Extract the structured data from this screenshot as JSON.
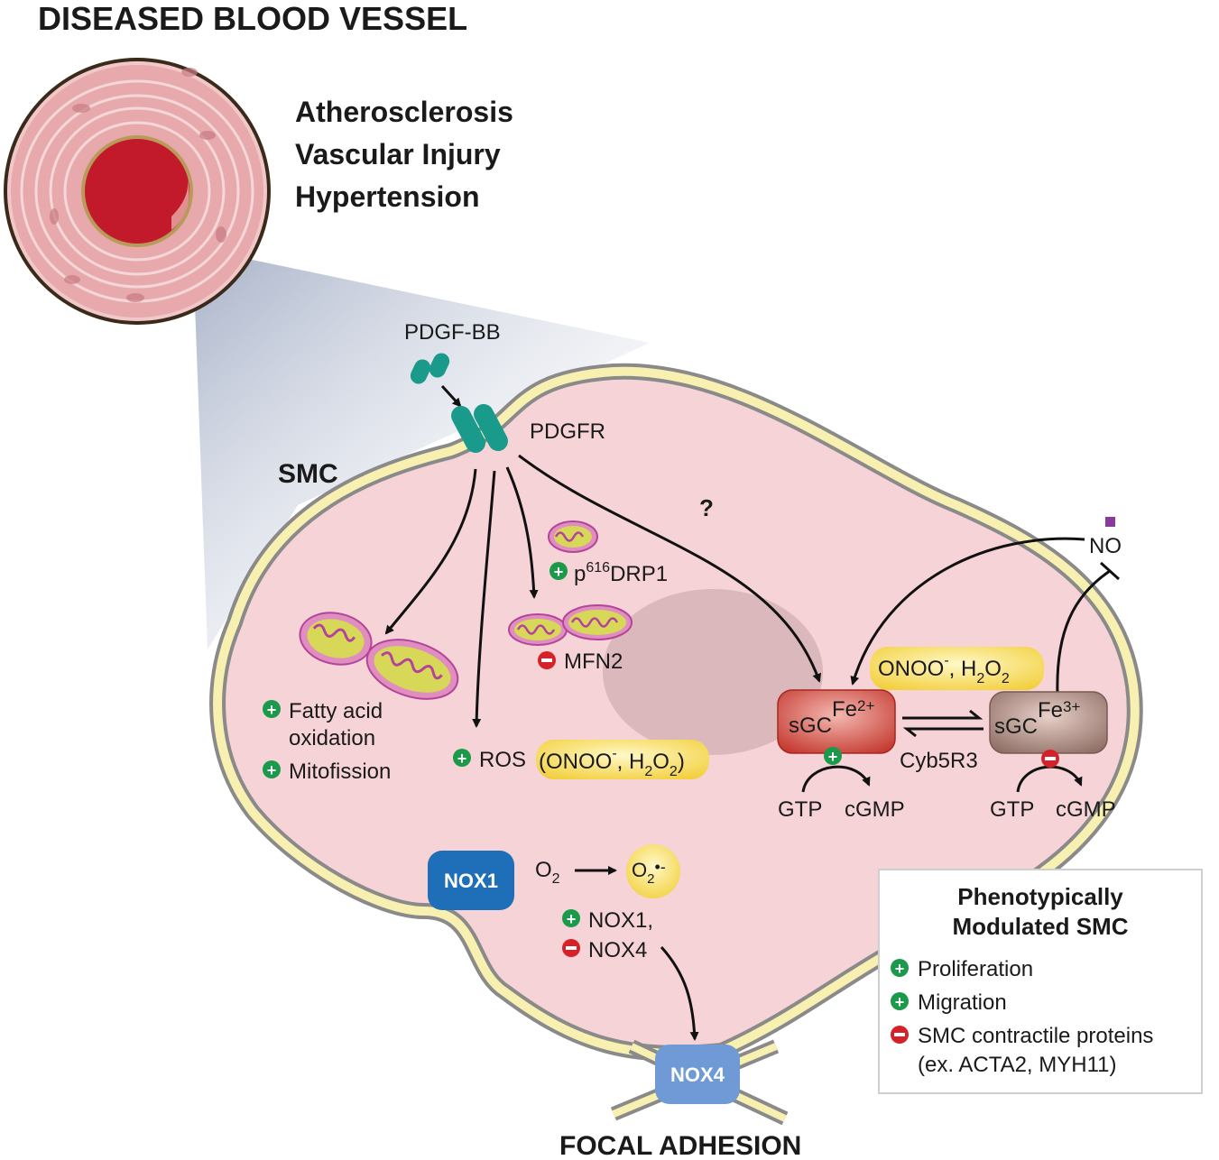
{
  "title": "DISEASED BLOOD VESSEL",
  "conditions": [
    "Atherosclerosis",
    "Vascular Injury",
    "Hypertension"
  ],
  "cell_label": "SMC",
  "ligand": "PDGF-BB",
  "receptor": "PDGFR",
  "question": "?",
  "drp1": {
    "sup": "616",
    "label": "DRP1",
    "prefix": "p"
  },
  "mfn2": "MFN2",
  "fatty_acid": [
    "Fatty acid",
    "oxidation"
  ],
  "mitofission": "Mitofission",
  "ros": {
    "label": "ROS",
    "open": "(ONOO",
    "minus": "-",
    "h2o2": ", H",
    "two": "2",
    "o": "O",
    "close": ")"
  },
  "no": "NO",
  "onoo_box": {
    "a": "ONOO",
    "minus": "-",
    "b": ", H",
    "two": "2",
    "o": "O"
  },
  "sgc_reduced": {
    "base": "sGC",
    "fe": "Fe",
    "sup": "2+"
  },
  "sgc_oxidized": {
    "base": "sGC",
    "fe": "Fe",
    "sup": "3+"
  },
  "cyb5r3": "Cyb5R3",
  "gtp_left": "GTP",
  "cgmp_left": "cGMP",
  "gtp_right": "GTP",
  "cgmp_right": "cGMP",
  "nox1": "NOX1",
  "nox4": "NOX4",
  "o2": {
    "o": "O",
    "sub": "2"
  },
  "superoxide": {
    "o": "O",
    "sub": "2",
    "rad": "•-"
  },
  "nox_effects": [
    "NOX1,",
    "NOX4"
  ],
  "focal": "FOCAL ADHESION",
  "phenotype_box": {
    "title": [
      "Phenotypically",
      "Modulated SMC"
    ],
    "items": [
      {
        "sign": "+",
        "text": "Proliferation"
      },
      {
        "sign": "+",
        "text": "Migration"
      },
      {
        "sign": "-",
        "text": "SMC contractile proteins"
      },
      {
        "sign": "",
        "text": "(ex. ACTA2, MYH11)"
      }
    ]
  },
  "colors": {
    "plus": "#1a9a4a",
    "minus": "#d62128",
    "cell": "#f5d3d6",
    "membrane": "#f7f0b0",
    "teal": "#1a9a8a",
    "nox1": "#1f6fb8",
    "nox4": "#6f9ad6"
  }
}
